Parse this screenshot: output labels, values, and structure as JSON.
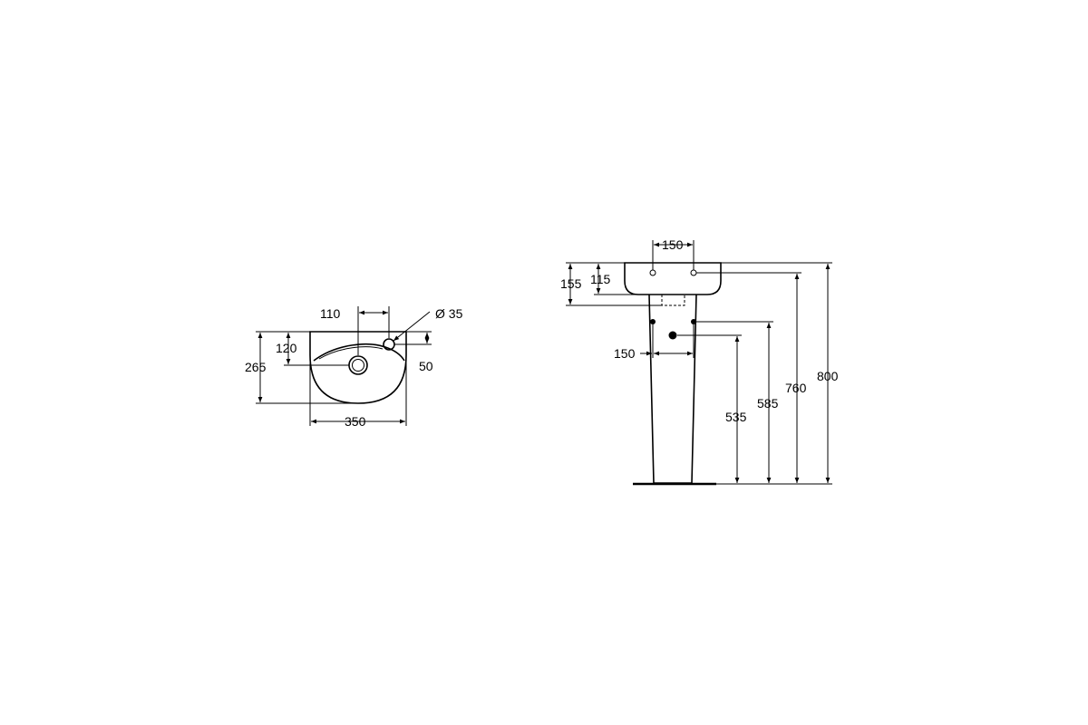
{
  "top_view": {
    "tap_offset": "110",
    "tap_hole_diameter": "Ø 35",
    "waste_from_back": "120",
    "depth": "265",
    "tap_from_back": "50",
    "width": "350"
  },
  "side_view": {
    "tap_spacing": "150",
    "basin_height": "155",
    "tap_depth": "115",
    "fixing_spacing": "150",
    "waste_height": "535",
    "fixing_height": "585",
    "tap_height": "760",
    "overall_height": "800"
  }
}
